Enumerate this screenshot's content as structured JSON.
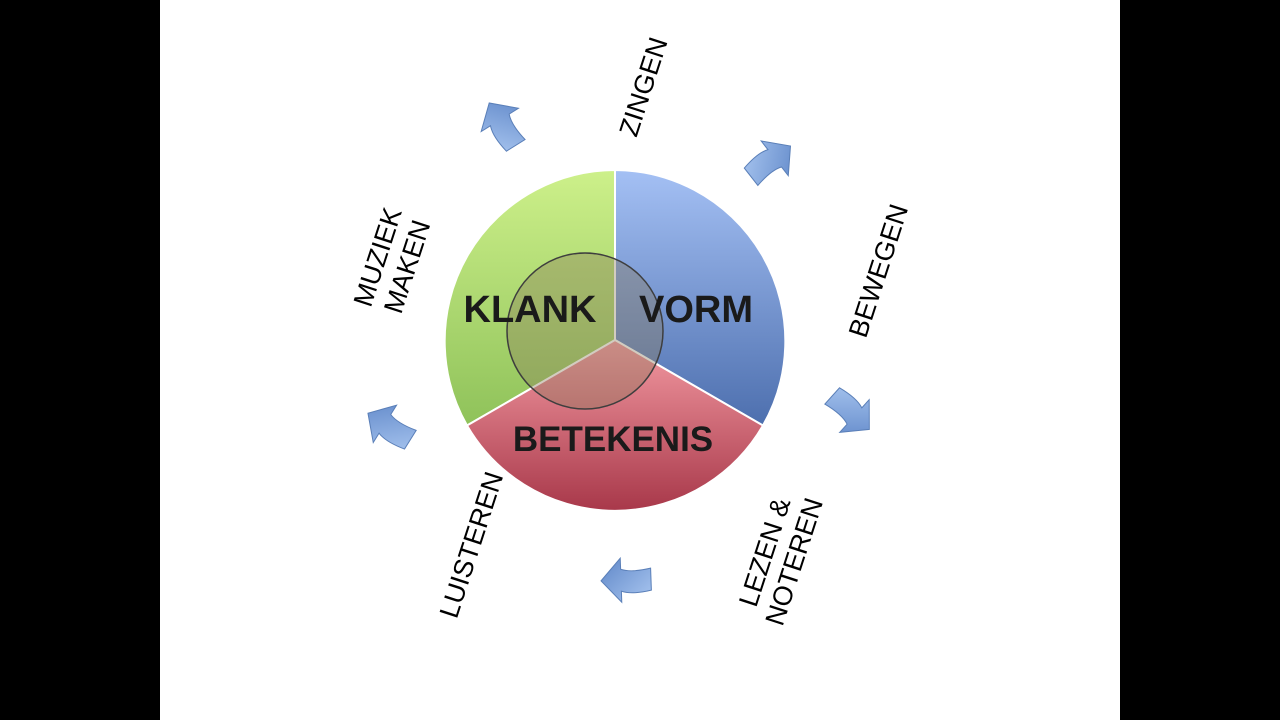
{
  "colors": {
    "background": "#000000",
    "slide": "#ffffff",
    "klank": "#b4dc6a",
    "vorm": "#7a9cd6",
    "betekenis": "#d4707e",
    "overlap": "#a98a6a",
    "arrow": "#7fa6de"
  },
  "segments": {
    "klank": "KLANK",
    "vorm": "VORM",
    "betekenis": "BETEKENIS"
  },
  "activities": {
    "zingen": "ZINGEN",
    "bewegen": "BEWEGEN",
    "lezen_noteren": {
      "line1": "LEZEN &",
      "line2": "NOTEREN"
    },
    "luisteren": "LUISTEREN",
    "muziek_maken": {
      "line1": "MUZIEK",
      "line2": "MAKEN"
    }
  },
  "icons": {
    "arrows": [
      "curved-arrow-icon",
      "curved-arrow-icon",
      "curved-arrow-icon",
      "curved-arrow-icon",
      "curved-arrow-icon"
    ]
  }
}
